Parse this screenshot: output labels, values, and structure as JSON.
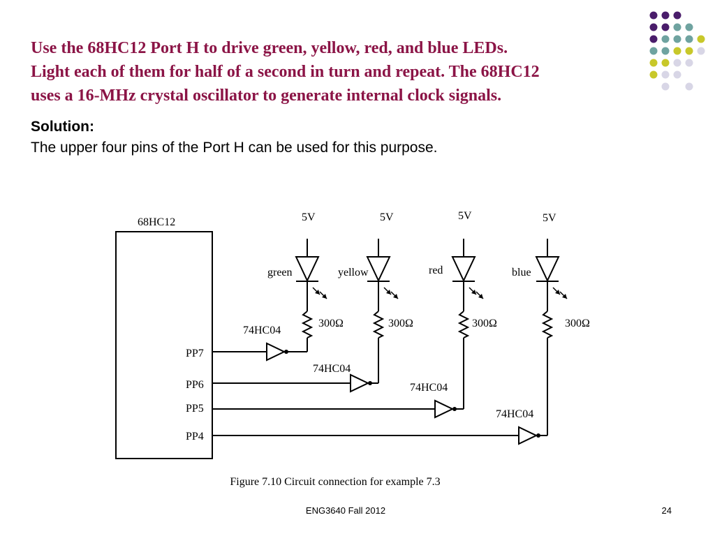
{
  "slide": {
    "title_lines": [
      "Use the 68HC12 Port H to drive green, yellow, red, and blue LEDs.",
      "Light each of them for half of a second in turn and repeat. The 68HC12",
      "uses a 16-MHz crystal oscillator to generate internal clock signals."
    ],
    "solution_heading": "Solution:",
    "solution_text": "The upper four pins of the Port H can be used for this purpose.",
    "caption": "Figure 7.10 Circuit connection for example 7.3",
    "footer": "ENG3640 Fall 2012",
    "page_number": "24"
  },
  "circuit": {
    "chip_label": "68HC12",
    "pins": [
      "PP7",
      "PP6",
      "PP5",
      "PP4"
    ],
    "supply_labels": [
      "5V",
      "5V",
      "5V",
      "5V"
    ],
    "led_labels": [
      "green",
      "yellow",
      "red",
      "blue"
    ],
    "resistor_labels": [
      "300Ω",
      "300Ω",
      "300Ω",
      "300Ω"
    ],
    "inverter_labels": [
      "74HC04",
      "74HC04",
      "74HC04",
      "74HC04"
    ]
  },
  "colors": {
    "title": "#8b1446",
    "dot_purple": "#4a1d6b",
    "dot_teal": "#6fa3a0",
    "dot_lime": "#c8c82a",
    "dot_lavender": "#d8d6e6"
  }
}
